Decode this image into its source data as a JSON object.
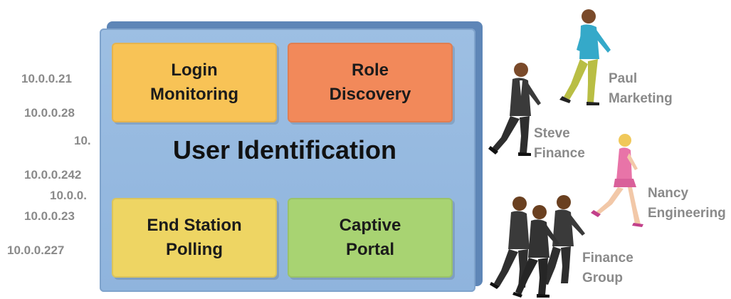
{
  "ip_addresses": [
    "10.0.0.21",
    "10.0.0.28",
    "10.",
    "10.0.0.242",
    "10.0.0.",
    "10.0.0.23",
    "10.0.0.227"
  ],
  "box": {
    "title": "User Identification",
    "tiles": {
      "login": [
        "Login",
        "Monitoring"
      ],
      "role": [
        "Role",
        "Discovery"
      ],
      "end_station": [
        "End Station",
        "Polling"
      ],
      "captive": [
        "Captive",
        "Portal"
      ]
    }
  },
  "people": {
    "paul": {
      "name": "Paul",
      "group": "Marketing"
    },
    "steve": {
      "name": "Steve",
      "group": "Finance"
    },
    "nancy": {
      "name": "Nancy",
      "group": "Engineering"
    },
    "finance": {
      "name": "Finance",
      "group": "Group"
    }
  },
  "colors": {
    "login": "#f8c356",
    "role": "#f2895a",
    "end_station": "#eed563",
    "captive": "#a8d372",
    "box": "#8fb4dd",
    "label": "#8a8a8a"
  }
}
